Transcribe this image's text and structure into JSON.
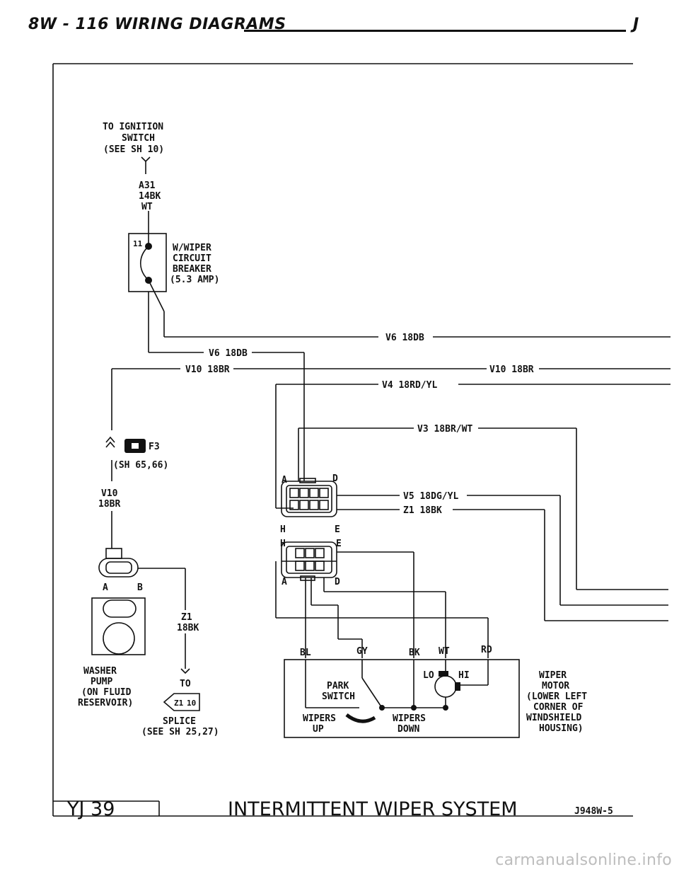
{
  "header": {
    "title": "8W - 116 WIRING DIAGRAMS",
    "right_mark": "J"
  },
  "labels": {
    "ignition": [
      "TO IGNITION",
      "SWITCH",
      "(SEE SH 10)"
    ],
    "a31": [
      "A31",
      "14BK",
      "WT"
    ],
    "breaker_pin": "11",
    "breaker": [
      "W/WIPER",
      "CIRCUIT",
      "BREAKER",
      "(5.3 AMP)"
    ],
    "v6_upper": "V6 18DB",
    "v6_lower": "V6 18DB",
    "v10_left": "V10 18BR",
    "v10_right": "V10 18BR",
    "v4": "V4 18RD/YL",
    "v3": "V3 18BR/WT",
    "f3": "F3",
    "f3_ref": "(SH 65,66)",
    "v10_vertical": [
      "V10",
      "18BR"
    ],
    "v5": "V5 18DG/YL",
    "z1_right": "Z1 18BK",
    "conn_a_top": "A",
    "conn_d_top": "D",
    "conn_h_bot": "H",
    "conn_e_bot": "E",
    "conn2_h": "H",
    "conn2_e": "E",
    "conn2_a": "A",
    "conn2_d": "D",
    "pump_a": "A",
    "pump_b": "B",
    "z1_left": [
      "Z1",
      "18BK"
    ],
    "washer": [
      "WASHER",
      "PUMP",
      "(ON FLUID",
      "RESERVOIR)"
    ],
    "to": "TO",
    "splice_z1": "Z1",
    "splice_10": "10",
    "splice": [
      "SPLICE",
      "(SEE SH 25,27)"
    ],
    "pin_bl": "BL",
    "pin_gy": "GY",
    "pin_bk": "BK",
    "pin_wt": "WT",
    "pin_rd": "RD",
    "park": [
      "PARK",
      "SWITCH"
    ],
    "lo": "LO",
    "hi": "HI",
    "wipers_up": [
      "WIPERS",
      "UP"
    ],
    "wipers_down": [
      "WIPERS",
      "DOWN"
    ],
    "motor": [
      "WIPER",
      "MOTOR",
      "(LOWER LEFT",
      "CORNER OF",
      "WINDSHIELD",
      "HOUSING)"
    ]
  },
  "footer": {
    "model": "YJ 39",
    "title": "INTERMITTENT WIPER SYSTEM",
    "code": "J948W-5"
  },
  "watermark": "carmanualsonline.info"
}
